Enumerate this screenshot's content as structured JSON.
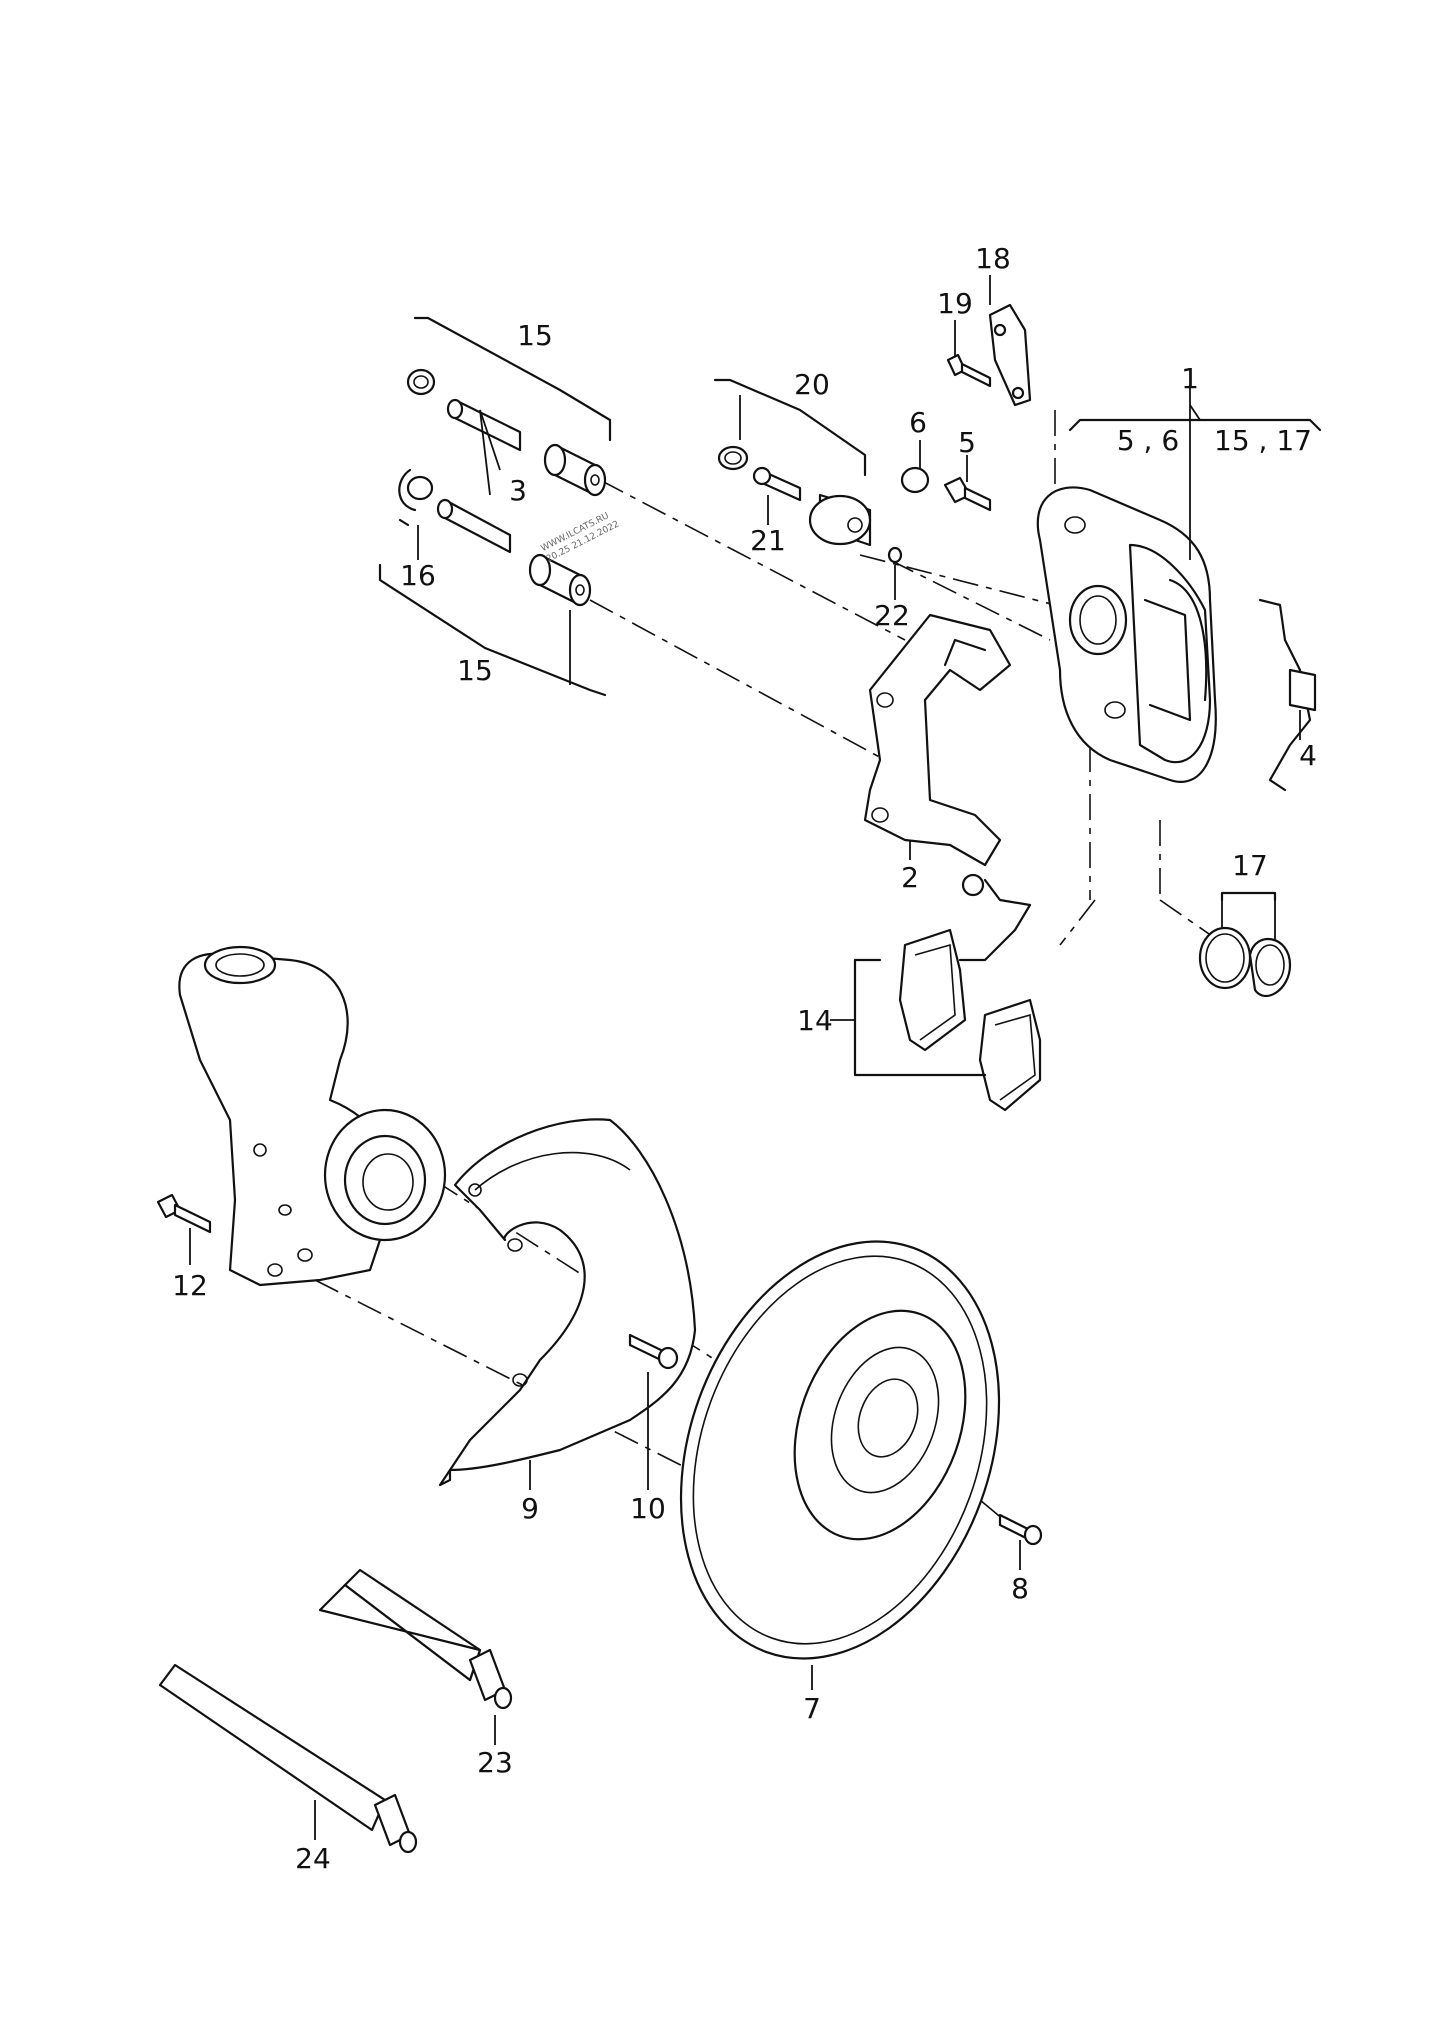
{
  "watermark": [
    "WWW.ILCATS.RU",
    "20.25 21.12.2022"
  ],
  "callouts": {
    "c1": "1",
    "c1_sub_a": "5 , 6",
    "c1_sub_b": "15 , 17",
    "c2": "2",
    "c3": "3",
    "c4": "4",
    "c5": "5",
    "c6": "6",
    "c7": "7",
    "c8": "8",
    "c9": "9",
    "c10": "10",
    "c12": "12",
    "c14": "14",
    "c15_top": "15",
    "c15_bottom": "15",
    "c16": "16",
    "c17": "17",
    "c18": "18",
    "c19": "19",
    "c20": "20",
    "c21": "21",
    "c22": "22",
    "c23": "23",
    "c24": "24"
  }
}
